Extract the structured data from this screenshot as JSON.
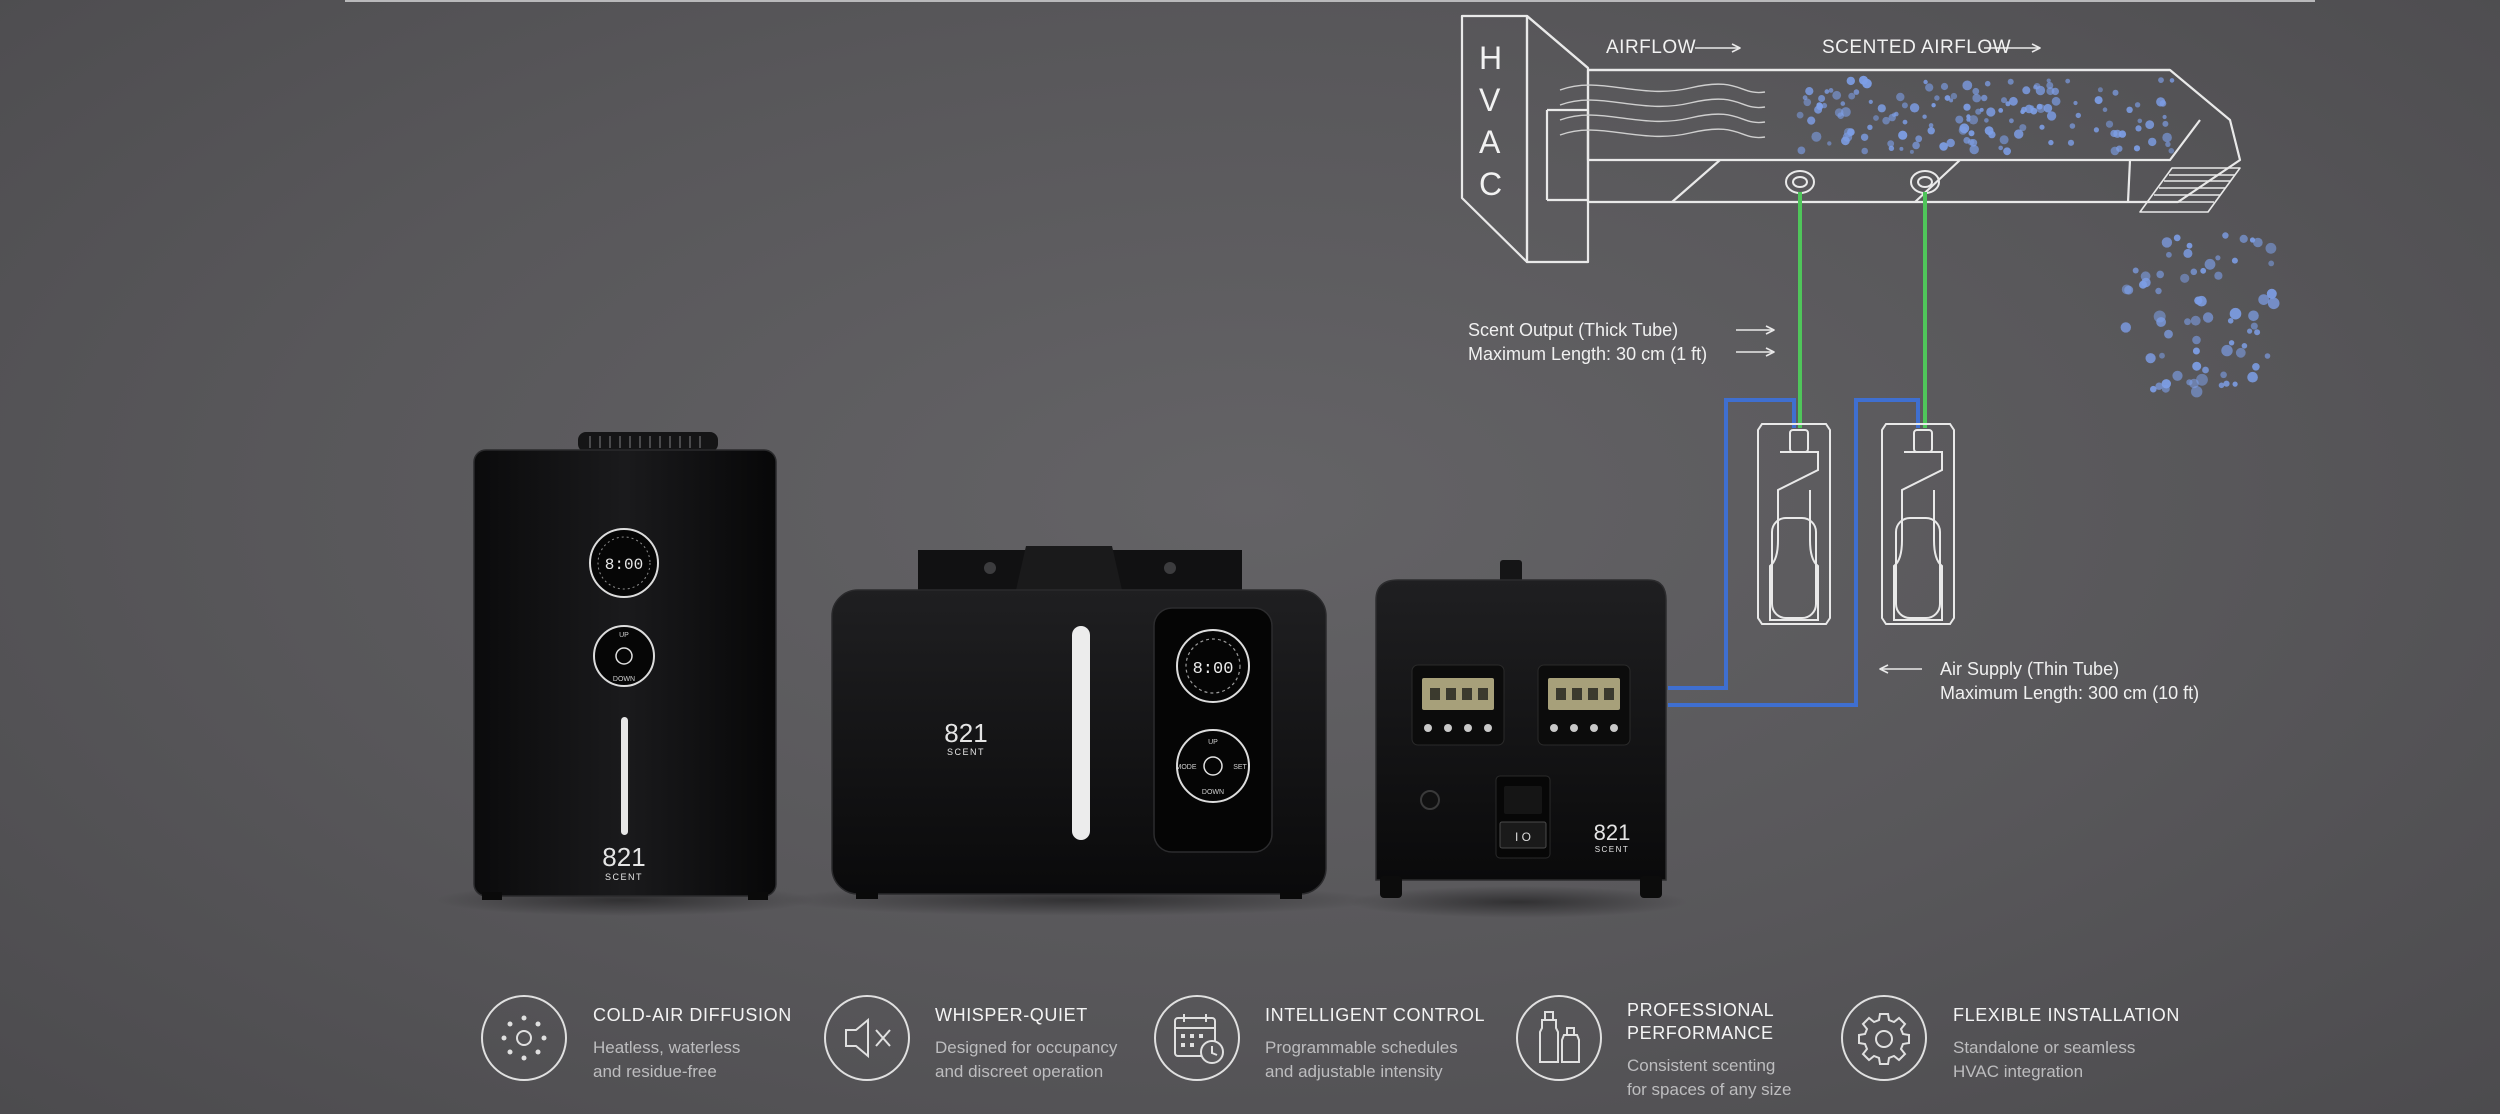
{
  "hvac_letters": [
    "H",
    "V",
    "A",
    "C"
  ],
  "airflow_label": "AIRFLOW",
  "scented_airflow_label": "SCENTED AIRFLOW",
  "scent_output": {
    "line1": "Scent Output (Thick Tube)",
    "line2": "Maximum Length: 30 cm (1 ft)"
  },
  "air_supply": {
    "line1": "Air Supply (Thin Tube)",
    "line2": "Maximum Length: 300 cm (10 ft)"
  },
  "brand": {
    "number": "821",
    "word": "SCENT"
  },
  "panel_labels": {
    "up": "UP",
    "down": "DOWN",
    "mode": "MODE",
    "set": "SET",
    "display": "8:00"
  },
  "colors": {
    "scent_tube": "#4fc65a",
    "air_tube": "#3f6fd0",
    "particles": "#7d9ee6"
  },
  "features": [
    {
      "icon": "cold-air-diffusion-icon",
      "title": [
        "COLD-AIR DIFFUSION"
      ],
      "desc": [
        "Heatless, waterless",
        "and residue-free"
      ]
    },
    {
      "icon": "speaker-muted-icon",
      "title": [
        "WHISPER-QUIET"
      ],
      "desc": [
        "Designed for occupancy",
        "and discreet operation"
      ]
    },
    {
      "icon": "calendar-clock-icon",
      "title": [
        "INTELLIGENT CONTROL"
      ],
      "desc": [
        "Programmable schedules",
        "and adjustable intensity"
      ]
    },
    {
      "icon": "bottles-icon",
      "title": [
        "PROFESSIONAL",
        "PERFORMANCE"
      ],
      "desc": [
        "Consistent scenting",
        "for spaces of any size"
      ]
    },
    {
      "icon": "gear-icon",
      "title": [
        "FLEXIBLE INSTALLATION"
      ],
      "desc": [
        "Standalone or seamless",
        "HVAC integration"
      ]
    }
  ]
}
